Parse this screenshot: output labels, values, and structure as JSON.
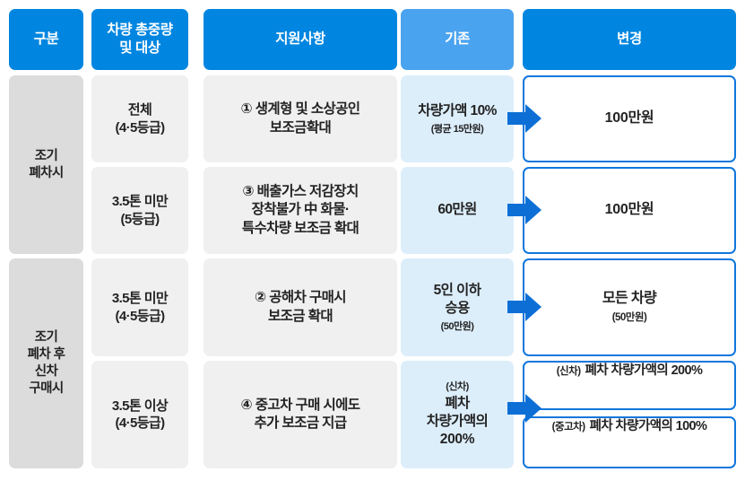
{
  "meta": {
    "title": "조기폐차 보조금 지원 변경 비교표",
    "colors": {
      "header_blue": "#0086e0",
      "header_blue_light": "#4aa3ef",
      "group_gray": "#dcdcdc",
      "cell_gray": "#f0f0f0",
      "before_blue": "#ddeefb",
      "after_border": "#1177dd",
      "arrow_blue": "#0d6fd6"
    }
  },
  "headers": [
    {
      "label": "구분",
      "tone": "dark"
    },
    {
      "label": "차량 총중량\n및 대상",
      "line1": "차량 총중량",
      "line2": "및 대상",
      "tone": "dark"
    },
    {
      "label": "지원사항",
      "tone": "dark"
    },
    {
      "label": "기존",
      "tone": "light"
    },
    {
      "label": "변경",
      "tone": "dark"
    }
  ],
  "groups": [
    {
      "id": "group-early-scrap",
      "line1": "조기",
      "line2": "폐차시",
      "line3": "",
      "line4": ""
    },
    {
      "id": "group-new-car-after-scrap",
      "line1": "조기",
      "line2": "폐차 후",
      "line3": "신차",
      "line4": "구매시"
    }
  ],
  "rows": [
    {
      "id": "row-1",
      "target_line1": "전체",
      "target_line2": "(4·5등급)",
      "support_line1": "① 생계형 및 소상공인",
      "support_line2": "보조금확대",
      "support_line3": "",
      "before_main": "차량가액 10%",
      "before_main2": "",
      "before_main3": "",
      "before_sub": "(평균 15만원)",
      "after_main": "100만원",
      "after_sub": ""
    },
    {
      "id": "row-2",
      "target_line1": "3.5톤 미만",
      "target_line2": "(5등급)",
      "support_line1": "③ 배출가스 저감장치",
      "support_line2": "장착불가 中 화물·",
      "support_line3": "특수차량 보조금 확대",
      "before_main": "60만원",
      "before_main2": "",
      "before_main3": "",
      "before_sub": "",
      "after_main": "100만원",
      "after_sub": ""
    },
    {
      "id": "row-3",
      "target_line1": "3.5톤 미만",
      "target_line2": "(4·5등급)",
      "support_line1": "② 공해차 구매시",
      "support_line2": "보조금 확대",
      "support_line3": "",
      "before_main": "5인 이하",
      "before_main2": "승용",
      "before_main3": "",
      "before_sub": "(50만원)",
      "after_main": "모든 차량",
      "after_sub": "(50만원)"
    },
    {
      "id": "row-4",
      "target_line1": "3.5톤 이상",
      "target_line2": "(4·5등급)",
      "support_line1": "④ 중고차 구매 시에도",
      "support_line2": "추가 보조금 지급",
      "support_line3": "",
      "before_sub_top": "(신차)",
      "before_main": "폐차",
      "before_main2": "차량가액의",
      "before_main3": "200%",
      "before_sub": "",
      "after_split": [
        {
          "tag": "(신차)",
          "text": "폐차 차량가액의 200%"
        },
        {
          "tag": "(중고차)",
          "text": "폐차 차량가액의 100%"
        }
      ]
    }
  ],
  "arrows": [
    {
      "id": "arrow-row-1",
      "name": "transition-arrow"
    },
    {
      "id": "arrow-row-2",
      "name": "transition-arrow"
    },
    {
      "id": "arrow-row-3",
      "name": "transition-arrow"
    },
    {
      "id": "arrow-row-4",
      "name": "transition-arrow"
    }
  ]
}
